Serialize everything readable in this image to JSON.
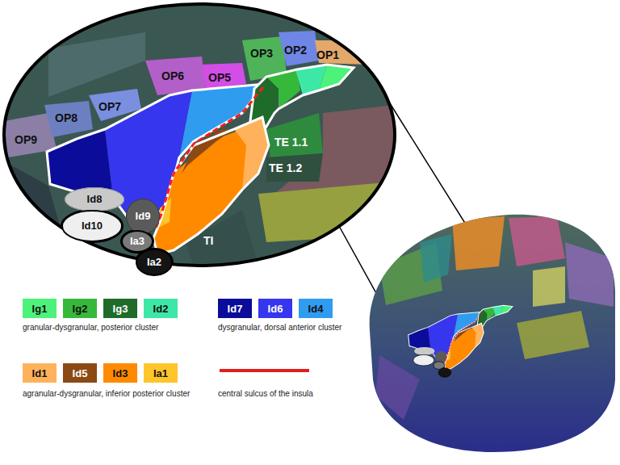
{
  "diagram": {
    "nodes": [
      {
        "text": [
          "Id8"
        ]
      },
      {
        "text": [
          "Id10"
        ]
      },
      {
        "text": [
          "Id9"
        ]
      },
      {
        "text": [
          "Ia3"
        ]
      },
      {
        "text": [
          "Ia2"
        ]
      }
    ],
    "labels": [
      "OP6",
      "OP5",
      "OP3",
      "OP2",
      "OP1",
      "OP8",
      "OP7",
      "OP9",
      "TE 1.1",
      "TE 1.2",
      "TI",
      "granular-dysgranular, posterior cluster",
      "dysgranular, dorsal anterior cluster",
      "agranular-dysgranular, inferior posterior cluster"
    ],
    "legend": [
      {
        "text": "Ig1",
        "color": "#4cf27a"
      },
      {
        "text": "Ig2",
        "color": "#36b83a"
      },
      {
        "text": "Ig3",
        "color": "#1f6b2a"
      },
      {
        "text": "Id2",
        "color": "#3de8a6"
      },
      {
        "text": "Id7",
        "color": "#0c0c9a"
      },
      {
        "text": "Id6",
        "color": "#3636ee"
      },
      {
        "text": "Id4",
        "color": "#2f9cf0"
      },
      {
        "text": "Id1",
        "color": "#ffb25c"
      },
      {
        "text": "Id5",
        "color": "#8b4a14"
      },
      {
        "text": "Id3",
        "color": "#ff8a00"
      },
      {
        "text": "Ia1",
        "color": "#ffc52a"
      },
      {
        "text": "central sulcus of the insula"
      }
    ]
  }
}
